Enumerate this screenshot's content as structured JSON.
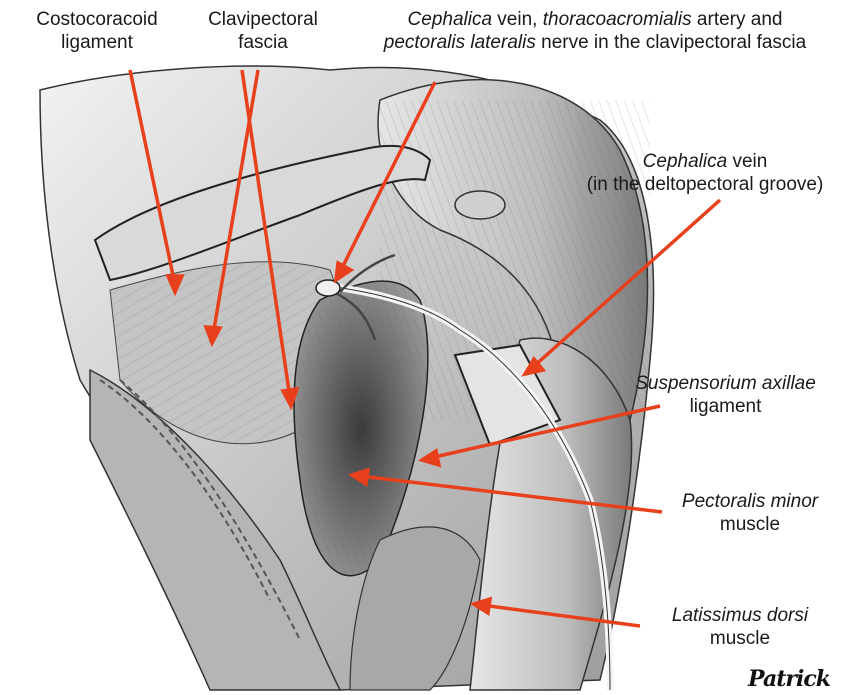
{
  "labels": {
    "costocoracoid": {
      "line1": "Costocoracoid",
      "line2": "ligament"
    },
    "clavipectoral": {
      "line1": "Clavipectoral",
      "line2": "fascia"
    },
    "cephalica_top": {
      "l1_italic": "Cephalica",
      "l1_rest1": " vein, ",
      "l1_italic2": "thoracoacromialis",
      "l1_rest2": " artery and",
      "l2_italic": "pectoralis lateralis",
      "l2_rest": " nerve in the clavipectoral fascia"
    },
    "cephalica_groove": {
      "l1_italic": "Cephalica",
      "l1_rest": " vein",
      "line2": "(in the deltopectoral groove)"
    },
    "suspensorium": {
      "line1": "Suspensorium axillae",
      "line2": "ligament"
    },
    "pectoralis_minor": {
      "line1": "Pectoralis minor",
      "line2": "muscle"
    },
    "latissimus": {
      "line1": "Latissimus dorsi",
      "line2": "muscle"
    }
  },
  "signature": "Patrick",
  "colors": {
    "arrow": "#e8401c",
    "ink": "#1a1a1a",
    "muscle": "#8a8a8a"
  }
}
